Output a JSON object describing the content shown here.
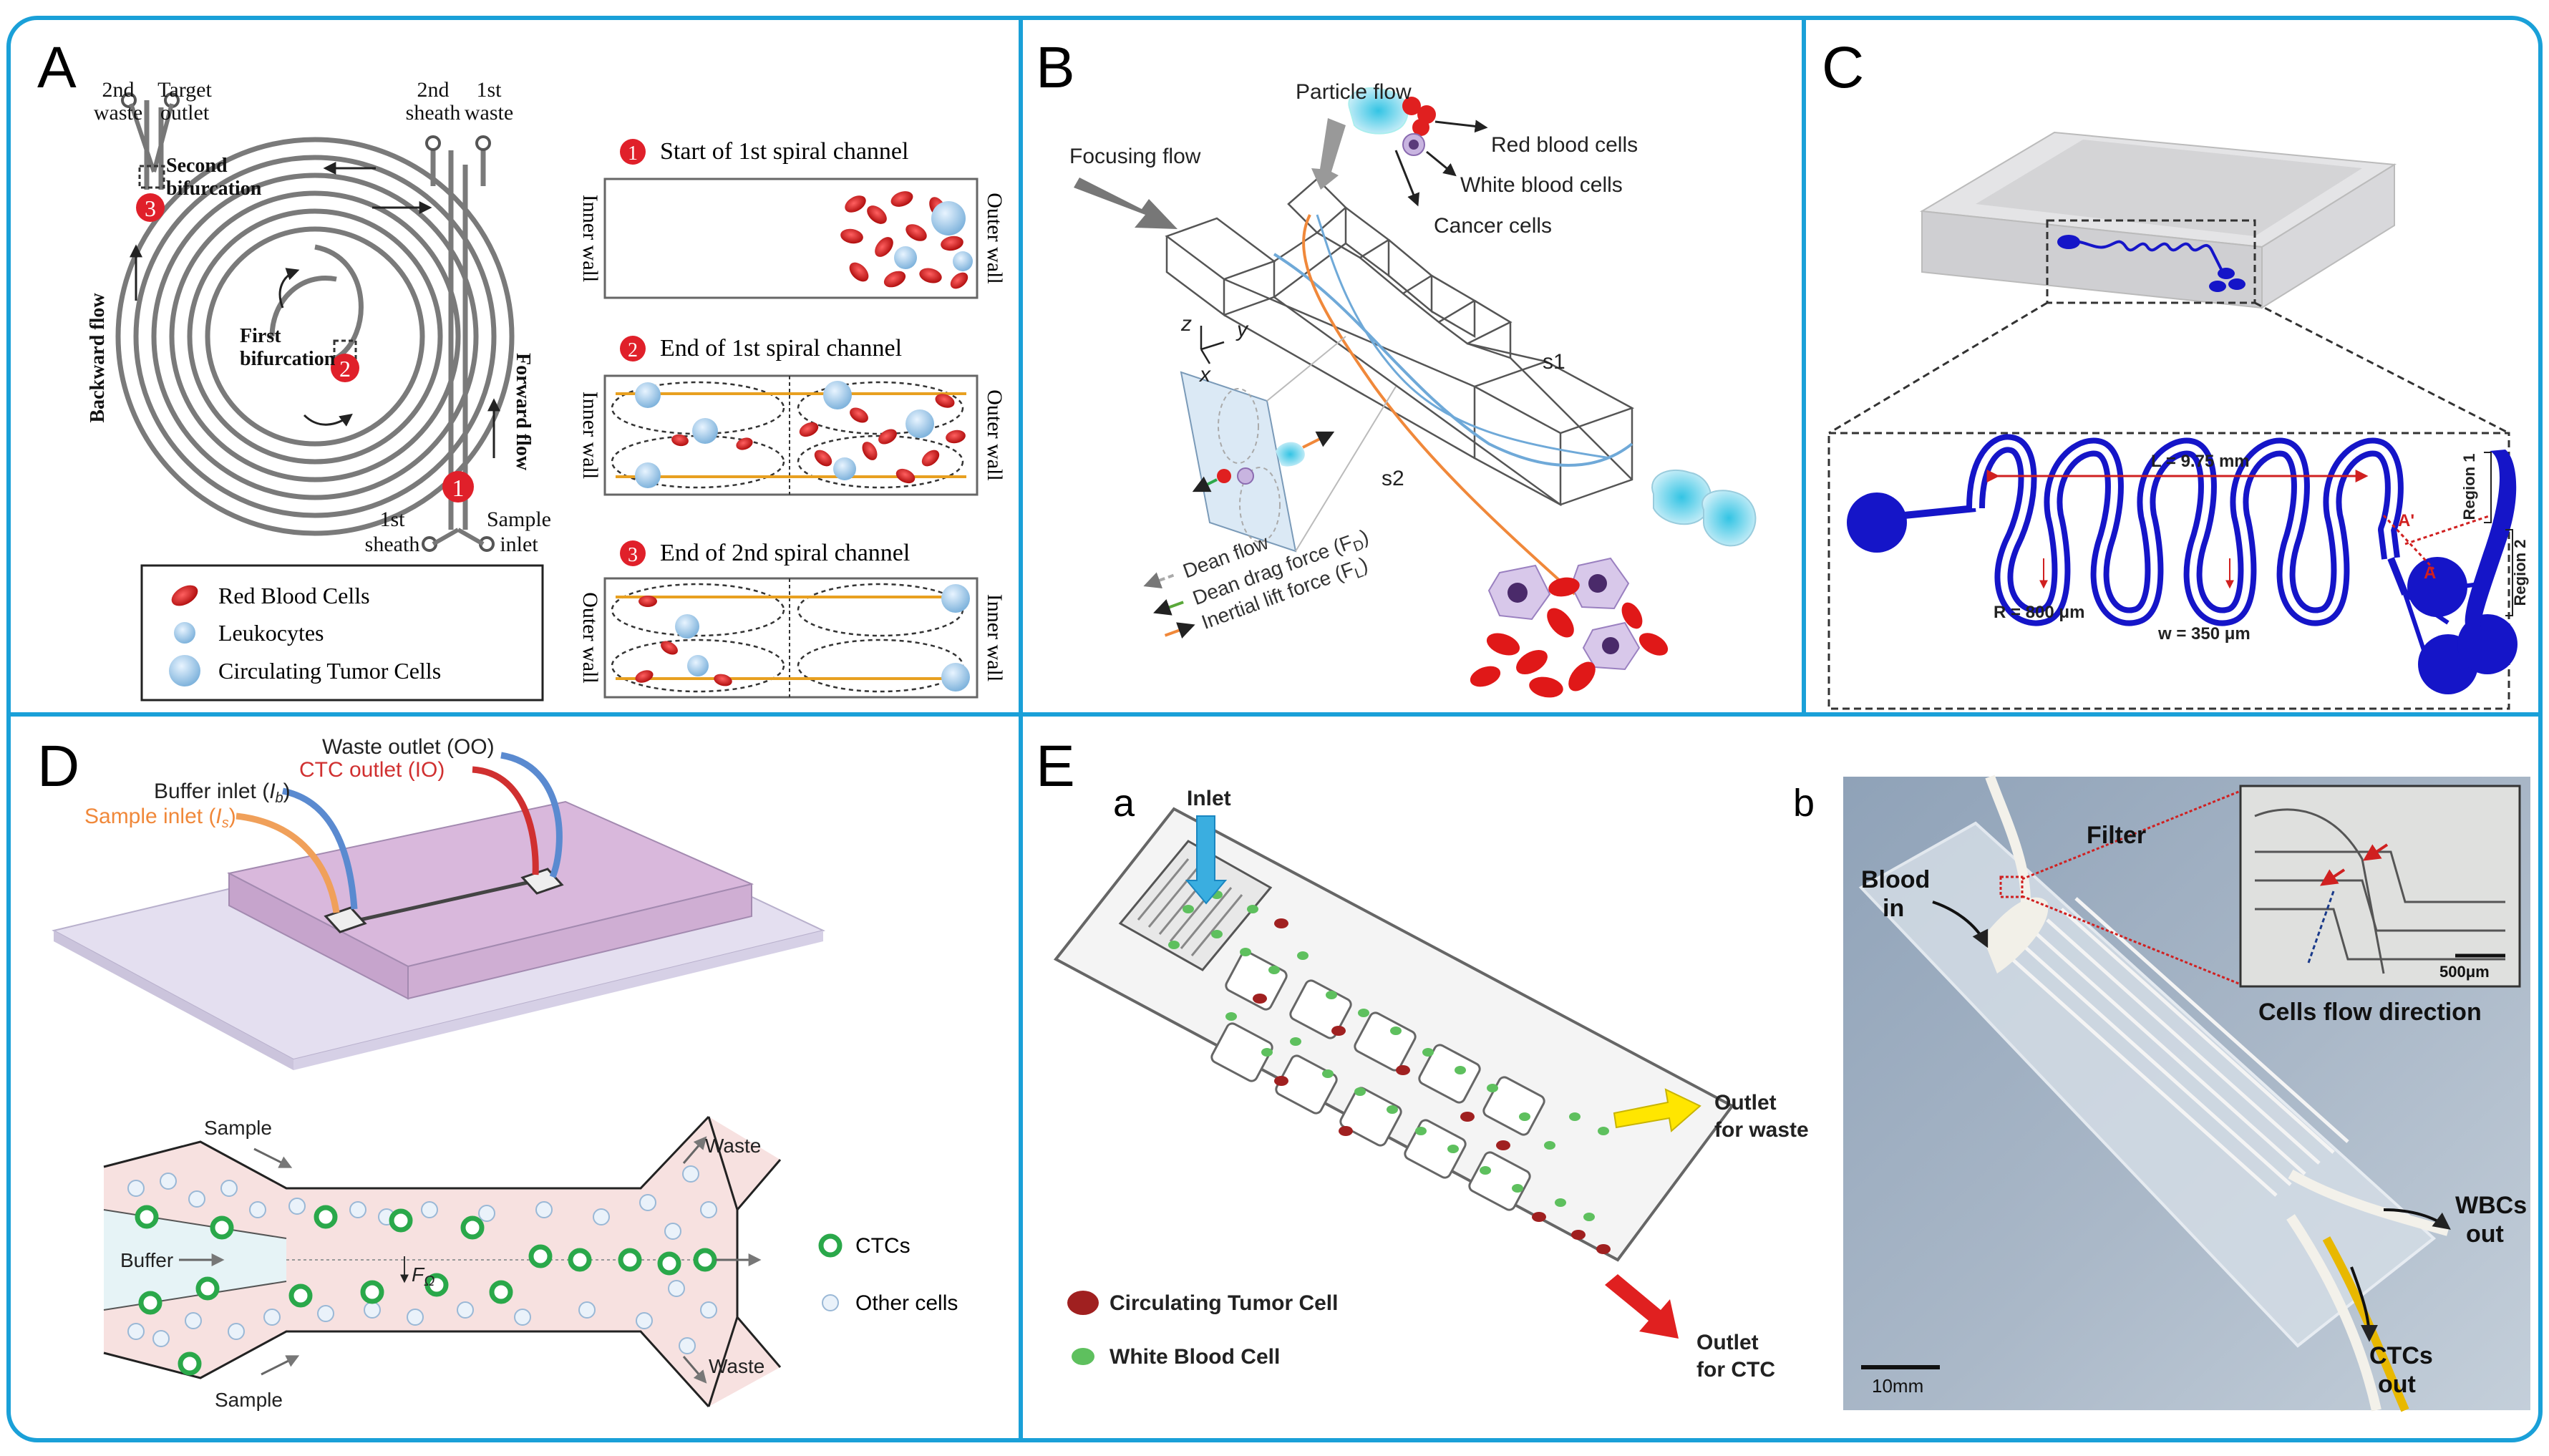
{
  "panel_letters": {
    "A": "A",
    "B": "B",
    "C": "C",
    "D": "D",
    "E": "E"
  },
  "panelA": {
    "outlets": {
      "waste2_l1": "2nd",
      "waste2_l2": "waste",
      "target_l1": "Target",
      "target_l2": "outlet",
      "sheath2_l1": "2nd",
      "sheath2_l2": "sheath",
      "waste1_l1": "1st",
      "waste1_l2": "waste"
    },
    "second_bif_l1": "Second",
    "second_bif_l2": "bifurcation",
    "first_bif_l1": "First",
    "first_bif_l2": "bifurcation",
    "backward_flow": "Backward flow",
    "forward_flow": "Forward flow",
    "sheath1_l1": "1st",
    "sheath1_l2": "sheath",
    "sample_l1": "Sample",
    "sample_l2": "inlet",
    "markers": [
      "1",
      "2",
      "3"
    ],
    "legend": [
      "Red Blood Cells",
      "Leukocytes",
      "Circulating Tumor Cells"
    ],
    "boxes": [
      {
        "num": "1",
        "title": "Start of 1st spiral channel",
        "left": "Inner wall",
        "right": "Outer wall"
      },
      {
        "num": "2",
        "title": "End of 1st spiral channel",
        "left": "Inner wall",
        "right": "Outer wall"
      },
      {
        "num": "3",
        "title": "End of 2nd spiral channel",
        "left": "Outer wall",
        "right": "Inner wall"
      }
    ]
  },
  "panelB": {
    "particle_flow": "Particle flow",
    "focusing_flow": "Focusing flow",
    "rbc": "Red blood cells",
    "wbc": "White blood cells",
    "cancer": "Cancer cells",
    "axis_z": "z",
    "axis_y": "y",
    "axis_x": "x",
    "s1": "s1",
    "s2": "s2",
    "dean_flow": "Dean flow",
    "dean_drag": "Dean drag force (F",
    "dean_drag_sub": "D",
    "inertial": "Inertial lift force (F",
    "inertial_sub": "L",
    "close_paren": ")"
  },
  "panelC": {
    "length": "L = 9.75 mm",
    "radius": "R = 800 μm",
    "width": "w = 350 μm",
    "a_prime": "A'",
    "a": "A",
    "region1": "Region 1",
    "region2": "Region 2"
  },
  "panelD": {
    "waste_outlet": "Waste outlet (OO)",
    "ctc_outlet": "CTC outlet (IO)",
    "buffer_inlet": "Buffer inlet (",
    "buffer_sub": "b",
    "sample_inlet": "Sample inlet (",
    "sample_sub": "s",
    "italic_I": "I",
    "close_paren": ")",
    "sample_top": "Sample",
    "sample_bottom": "Sample",
    "waste_top": "Waste",
    "waste_bottom": "Waste",
    "buffer": "Buffer",
    "force": "F",
    "force_sub": "Ω",
    "legend_ctc": "CTCs",
    "legend_other": "Other cells"
  },
  "panelE": {
    "sub_a": "a",
    "sub_b": "b",
    "inlet": "Inlet",
    "outlet_waste_l1": "Outlet",
    "outlet_waste_l2": "for waste",
    "outlet_ctc_l1": "Outlet",
    "outlet_ctc_l2": "for CTC",
    "legend_ctc": "Circulating Tumor Cell",
    "legend_wbc": "White Blood Cell",
    "blood_l1": "Blood",
    "blood_l2": "in",
    "filter": "Filter",
    "scale_inset": "500μm",
    "cells_flow": "Cells flow direction",
    "wbcs_l1": "WBCs",
    "wbcs_l2": "out",
    "ctcs_l1": "CTCs",
    "ctcs_l2": "out",
    "scale_photo": "10mm"
  },
  "colors": {
    "frame": "#1aa0d8",
    "marker": "#e0202a",
    "rbc": "#cc1a1a",
    "wbc_green": "#2aa84a",
    "ctc_blue": "#aacde8",
    "channel_blue": "#1515c8",
    "orange": "#f0883a",
    "yellow": "#ffe600"
  }
}
